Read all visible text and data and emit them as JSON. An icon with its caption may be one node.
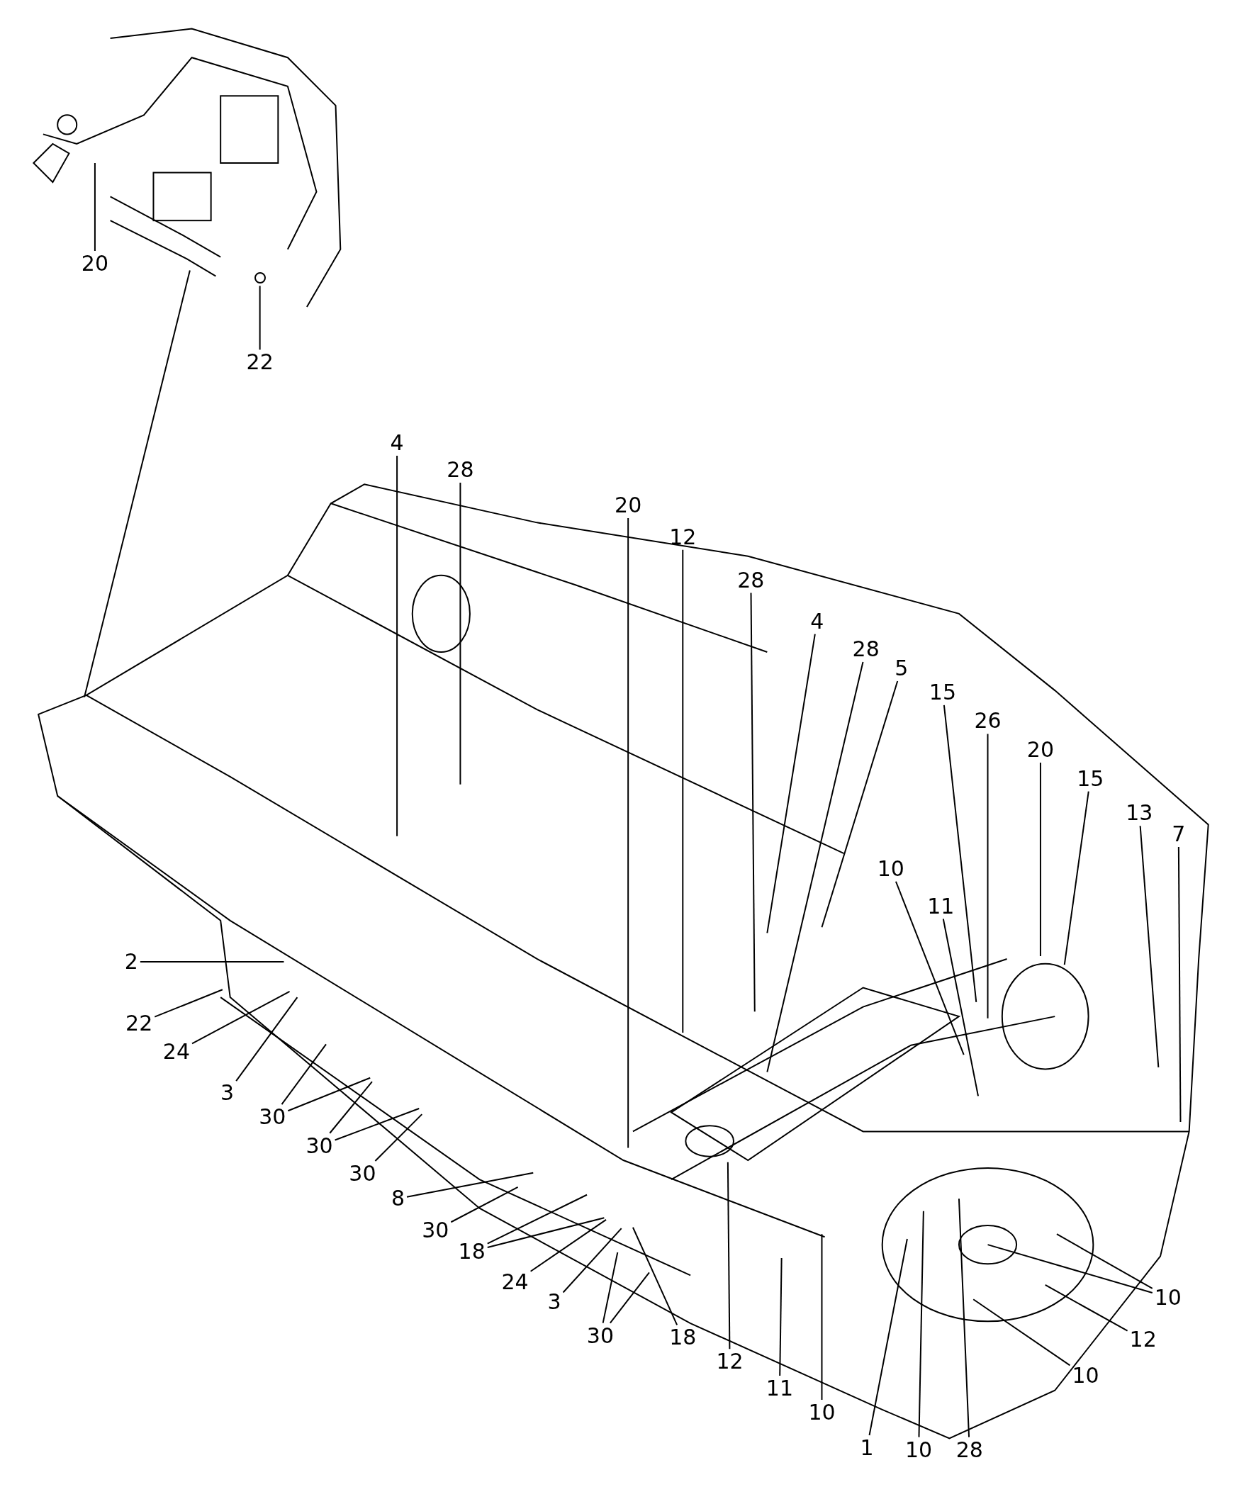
{
  "diagram": {
    "nodes": [
      {
        "text": [
          "20"
        ]
      },
      {
        "text": [
          "22"
        ]
      },
      {
        "text": [
          "4"
        ]
      },
      {
        "text": [
          "28"
        ]
      },
      {
        "text": [
          "20"
        ]
      },
      {
        "text": [
          "12"
        ]
      },
      {
        "text": [
          "28"
        ]
      },
      {
        "text": [
          "4"
        ]
      },
      {
        "text": [
          "28"
        ]
      },
      {
        "text": [
          "5"
        ]
      },
      {
        "text": [
          "15"
        ]
      },
      {
        "text": [
          "26"
        ]
      },
      {
        "text": [
          "20"
        ]
      },
      {
        "text": [
          "15"
        ]
      },
      {
        "text": [
          "13"
        ]
      },
      {
        "text": [
          "7"
        ]
      },
      {
        "text": [
          "10"
        ]
      },
      {
        "text": [
          "11"
        ]
      },
      {
        "text": [
          "2"
        ]
      },
      {
        "text": [
          "22"
        ]
      },
      {
        "text": [
          "24"
        ]
      },
      {
        "text": [
          "3"
        ]
      },
      {
        "text": [
          "30"
        ]
      },
      {
        "text": [
          "30"
        ]
      },
      {
        "text": [
          "30"
        ]
      },
      {
        "text": [
          "8"
        ]
      },
      {
        "text": [
          "30"
        ]
      },
      {
        "text": [
          "18"
        ]
      },
      {
        "text": [
          "24"
        ]
      },
      {
        "text": [
          "3"
        ]
      },
      {
        "text": [
          "30"
        ]
      },
      {
        "text": [
          "18"
        ]
      },
      {
        "text": [
          "12"
        ]
      },
      {
        "text": [
          "11"
        ]
      },
      {
        "text": [
          "10"
        ]
      },
      {
        "text": [
          "1"
        ]
      },
      {
        "text": [
          "10"
        ]
      },
      {
        "text": [
          "28"
        ]
      },
      {
        "text": [
          "10"
        ]
      },
      {
        "text": [
          "12"
        ]
      },
      {
        "text": [
          "10"
        ]
      },
      {
        "text": [],
        "shape": "circle"
      }
    ],
    "edges": [
      {
        "from": 0,
        "to": null,
        "arrow": "none"
      },
      {
        "from": 1,
        "to": 41,
        "arrow": "none"
      },
      {
        "from": 2,
        "to": null,
        "arrow": "none"
      },
      {
        "from": 3,
        "to": null,
        "arrow": "none"
      },
      {
        "from": 4,
        "to": null,
        "arrow": "none"
      },
      {
        "from": 5,
        "to": null,
        "arrow": "none"
      },
      {
        "from": 6,
        "to": null,
        "arrow": "none"
      },
      {
        "from": 7,
        "to": null,
        "arrow": "none"
      },
      {
        "from": 8,
        "to": null,
        "arrow": "none"
      },
      {
        "from": 9,
        "to": null,
        "arrow": "none"
      },
      {
        "from": 10,
        "to": null,
        "arrow": "none"
      },
      {
        "from": 11,
        "to": null,
        "arrow": "none"
      },
      {
        "from": 12,
        "to": null,
        "arrow": "none"
      },
      {
        "from": 13,
        "to": null,
        "arrow": "none"
      },
      {
        "from": 14,
        "to": null,
        "arrow": "none"
      },
      {
        "from": 15,
        "to": null,
        "arrow": "none"
      },
      {
        "from": 16,
        "to": null,
        "arrow": "none"
      },
      {
        "from": 17,
        "to": null,
        "arrow": "none"
      },
      {
        "from": 18,
        "to": null,
        "arrow": "none"
      },
      {
        "from": 19,
        "to": null,
        "arrow": "none"
      },
      {
        "from": 20,
        "to": null,
        "arrow": "none"
      },
      {
        "from": 21,
        "to": null,
        "arrow": "none"
      },
      {
        "from": 22,
        "to": null,
        "arrow": "none"
      },
      {
        "from": 22,
        "to": null,
        "arrow": "none"
      },
      {
        "from": 23,
        "to": null,
        "arrow": "none"
      },
      {
        "from": 23,
        "to": null,
        "arrow": "none"
      },
      {
        "from": 24,
        "to": null,
        "arrow": "none"
      },
      {
        "from": 25,
        "to": null,
        "arrow": "none"
      },
      {
        "from": 26,
        "to": null,
        "arrow": "none"
      },
      {
        "from": 27,
        "to": null,
        "arrow": "none"
      },
      {
        "from": 27,
        "to": null,
        "arrow": "none"
      },
      {
        "from": 28,
        "to": null,
        "arrow": "none"
      },
      {
        "from": 29,
        "to": null,
        "arrow": "none"
      },
      {
        "from": 30,
        "to": null,
        "arrow": "none"
      },
      {
        "from": 30,
        "to": null,
        "arrow": "none"
      },
      {
        "from": 31,
        "to": null,
        "arrow": "none"
      },
      {
        "from": 32,
        "to": null,
        "arrow": "none"
      },
      {
        "from": 33,
        "to": null,
        "arrow": "none"
      },
      {
        "from": 34,
        "to": null,
        "arrow": "none"
      },
      {
        "from": 35,
        "to": null,
        "arrow": "none"
      },
      {
        "from": 36,
        "to": null,
        "arrow": "none"
      },
      {
        "from": 37,
        "to": null,
        "arrow": "none"
      },
      {
        "from": 38,
        "to": null,
        "arrow": "none"
      },
      {
        "from": 38,
        "to": null,
        "arrow": "none"
      },
      {
        "from": 39,
        "to": null,
        "arrow": "none"
      },
      {
        "from": 40,
        "to": null,
        "arrow": "none"
      }
    ]
  }
}
